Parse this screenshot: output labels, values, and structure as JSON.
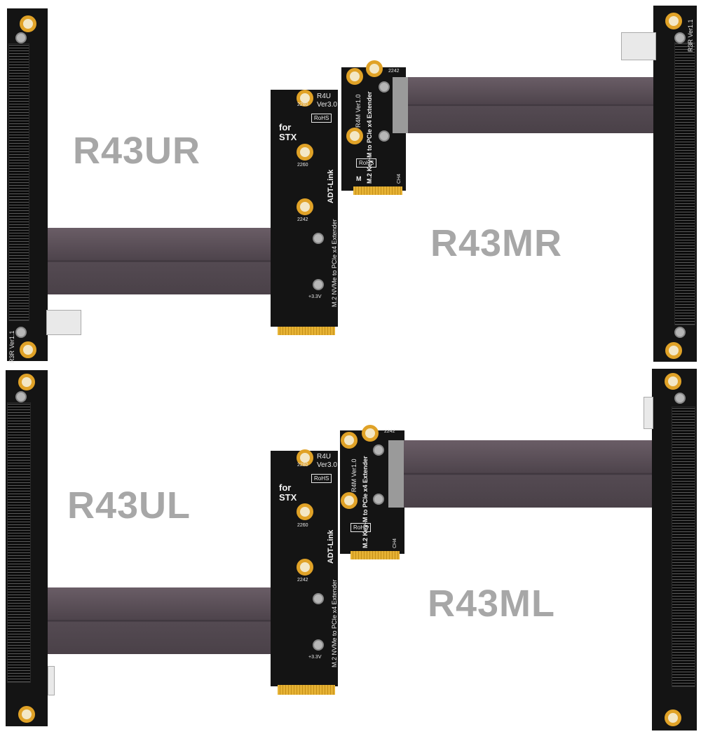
{
  "labels": {
    "r43ur": "R43UR",
    "r43mr": "R43MR",
    "r43ul": "R43UL",
    "r43ml": "R43ML"
  },
  "r4u_board": {
    "model": "R4U",
    "version": "Ver3.0",
    "size_2280": "2280",
    "size_2260": "2260",
    "size_2242": "2242",
    "for_stx": "for",
    "stx": "STX",
    "brand": "ADT-Link",
    "desc": "M.2 NVMe to PCIe x4 Extender",
    "voltage": "+3.3V",
    "rohs": "RoHS"
  },
  "r4m_board": {
    "model": "R4M",
    "version": "Ver1.0",
    "desc": "M.2 Key-M to PCIe x4 Extender",
    "size_2242": "2242",
    "key": "M",
    "ch": "CH4",
    "rohs": "RoHS"
  },
  "r3r_board": {
    "model": "R3R",
    "version": "Ver1.1"
  },
  "colors": {
    "pcb": "#141414",
    "gold": "#e0a227",
    "cable": "#5a4f57",
    "label": "#a7a7a7"
  }
}
